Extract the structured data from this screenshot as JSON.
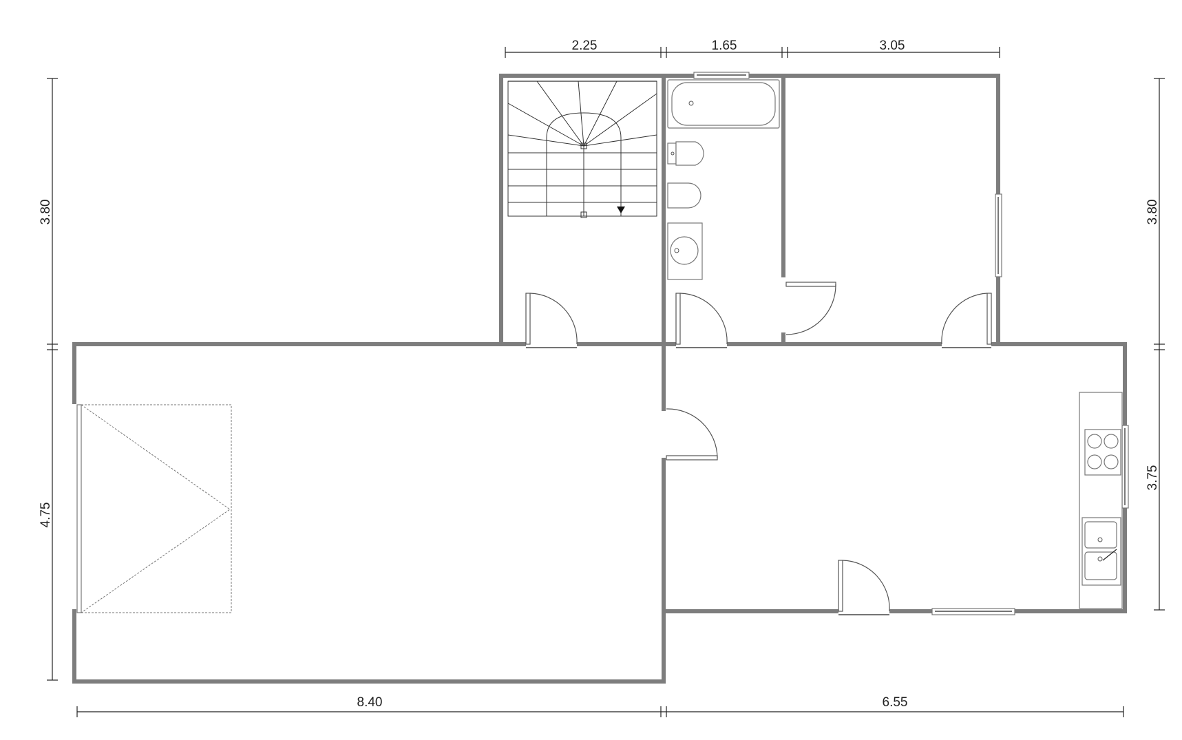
{
  "plan": {
    "dimensions": {
      "top_stair": "2.25",
      "top_bath": "1.65",
      "top_room": "3.05",
      "left_upper": "3.80",
      "right_upper": "3.80",
      "left_lower": "4.75",
      "right_lower": "3.75",
      "bottom_left": "8.40",
      "bottom_right": "6.55"
    }
  }
}
